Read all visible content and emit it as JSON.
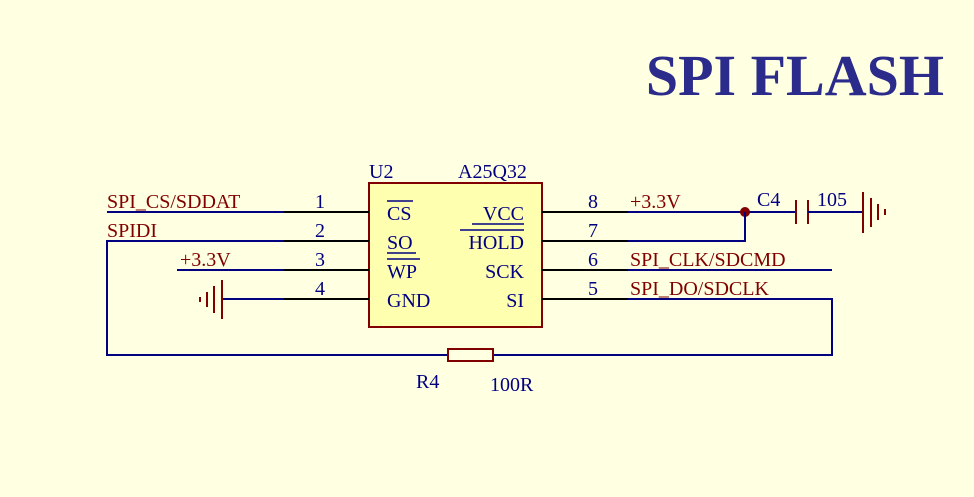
{
  "title": "SPI FLASH",
  "colors": {
    "background": "#FFFFE1",
    "wire": "#000080",
    "component": "#800000",
    "chip_fill": "#FFFFB0",
    "title": "#2B2B8C"
  },
  "chip": {
    "designator": "U2",
    "part": "A25Q32",
    "left_pins": [
      {
        "num": "1",
        "name": "CS",
        "overbar": true,
        "net": "SPI_CS/SDDAT"
      },
      {
        "num": "2",
        "name": "SO",
        "overbar": false,
        "net": "SPIDI"
      },
      {
        "num": "3",
        "name": "WP",
        "overbar": true,
        "net": "+3.3V"
      },
      {
        "num": "4",
        "name": "GND",
        "overbar": false,
        "net": ""
      }
    ],
    "right_pins": [
      {
        "num": "8",
        "name": "VCC",
        "overbar": false,
        "net": "+3.3V"
      },
      {
        "num": "7",
        "name": "HOLD",
        "overbar": true,
        "net": ""
      },
      {
        "num": "6",
        "name": "SCK",
        "overbar": false,
        "net": "SPI_CLK/SDCMD"
      },
      {
        "num": "5",
        "name": "SI",
        "overbar": false,
        "net": "SPI_DO/SDCLK"
      }
    ]
  },
  "capacitor": {
    "designator": "C4",
    "value": "105"
  },
  "resistor": {
    "designator": "R4",
    "value": "100R"
  }
}
